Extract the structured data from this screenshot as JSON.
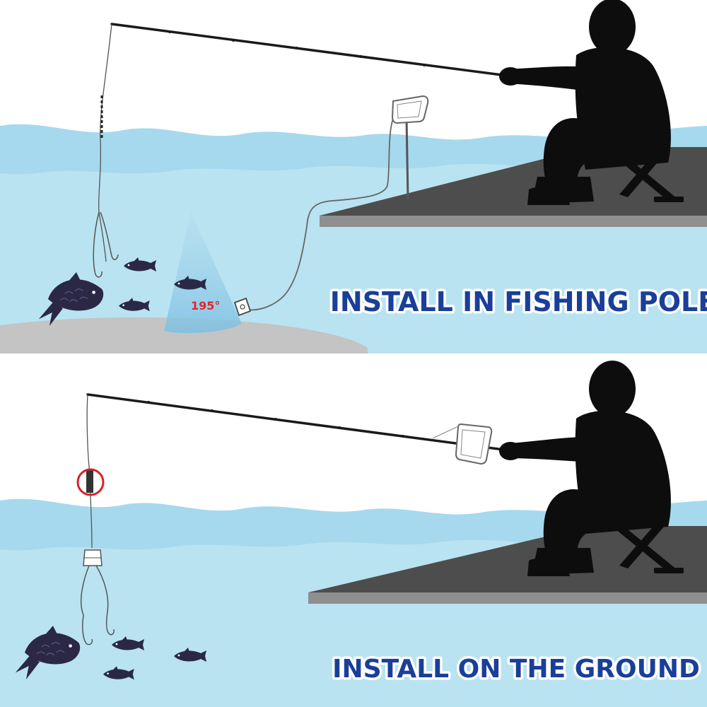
{
  "panels": [
    {
      "caption": "INSTALL IN FISHING POLE",
      "angle_label": "195°"
    },
    {
      "caption": "INSTALL ON THE GROUND"
    }
  ],
  "colors": {
    "water_light": "#b9e3f1",
    "water_wave": "#a9dcef",
    "riverbed": "#c4c4c4",
    "dock_top": "#4d4d4d",
    "dock_edge": "#8f8f8f",
    "silhouette": "#0d0d0d",
    "fish": "#2b2845",
    "caption_blue": "#1a3f99",
    "angle_red": "#e0262d",
    "highlight_ring": "#d92027"
  },
  "icons": [
    "fisherman-silhouette",
    "fishing-rod",
    "fish-finder-monitor",
    "sonar-transducer",
    "fish",
    "hook",
    "highlight-ring"
  ]
}
